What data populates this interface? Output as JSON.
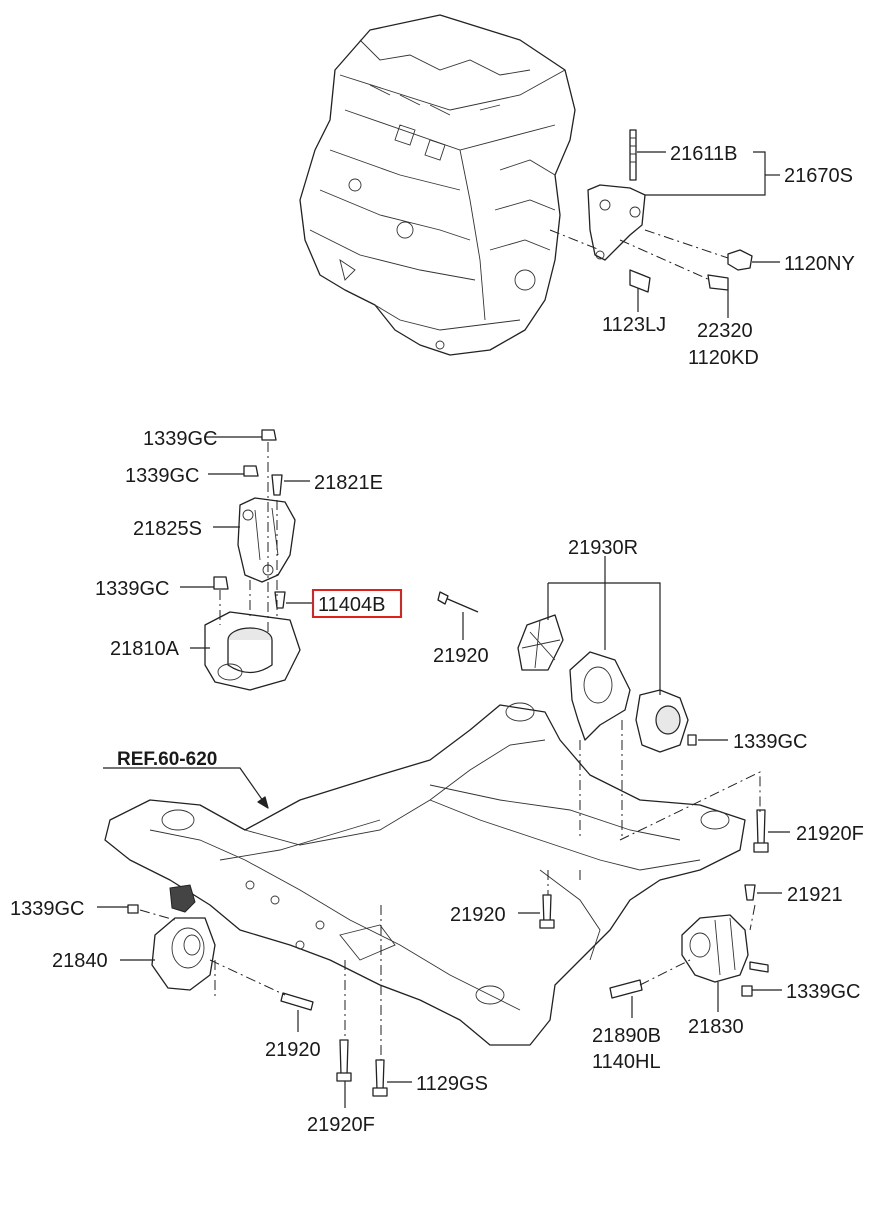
{
  "diagram": {
    "highlight_color": "#e0201b",
    "ref_label": "REF.60-620",
    "labels": {
      "p21611B": "21611B",
      "p21670S": "21670S",
      "p1120NY": "1120NY",
      "p1123LJ": "1123LJ",
      "p22320": "22320",
      "p1120KD": "1120KD",
      "p1339GC_a": "1339GC",
      "p1339GC_b": "1339GC",
      "p21821E": "21821E",
      "p21825S": "21825S",
      "p1339GC_c": "1339GC",
      "p11404B": "11404B",
      "p21810A": "21810A",
      "p21930R": "21930R",
      "p21920_a": "21920",
      "p1339GC_d": "1339GC",
      "p21920F_a": "21920F",
      "p1339GC_e": "1339GC",
      "p21840": "21840",
      "p21920_b": "21920",
      "p21921": "21921",
      "p1339GC_f": "1339GC",
      "p21920_c": "21920",
      "p21890B": "21890B",
      "p1140HL": "1140HL",
      "p21830": "21830",
      "p1129GS": "1129GS",
      "p21920F_b": "21920F"
    }
  }
}
